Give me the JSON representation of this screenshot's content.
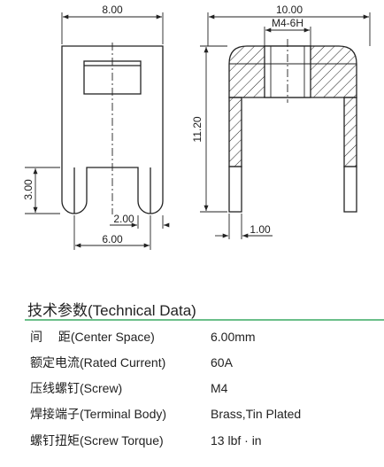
{
  "dimensions": {
    "front_width": "8.00",
    "side_width": "10.00",
    "thread": "M4-6H",
    "height": "11.20",
    "slot_height": "3.00",
    "slot_width": "2.00",
    "center_space": "6.00",
    "leg_thickness": "1.00"
  },
  "section": {
    "title": "技术参数(Technical Data)"
  },
  "specs": [
    {
      "label": "间　  距(Center Space)",
      "value": "6.00mm"
    },
    {
      "label": "额定电流(Rated Current)",
      "value": "60A"
    },
    {
      "label": "压线螺钉(Screw)",
      "value": "M4"
    },
    {
      "label": "焊接端子(Terminal Body)",
      "value": "Brass,Tin Plated"
    },
    {
      "label": "螺钉扭矩(Screw Torque)",
      "value": "13 lbf · in"
    }
  ],
  "colors": {
    "line": "#222222",
    "accent_rule": "#6bbf8a"
  }
}
